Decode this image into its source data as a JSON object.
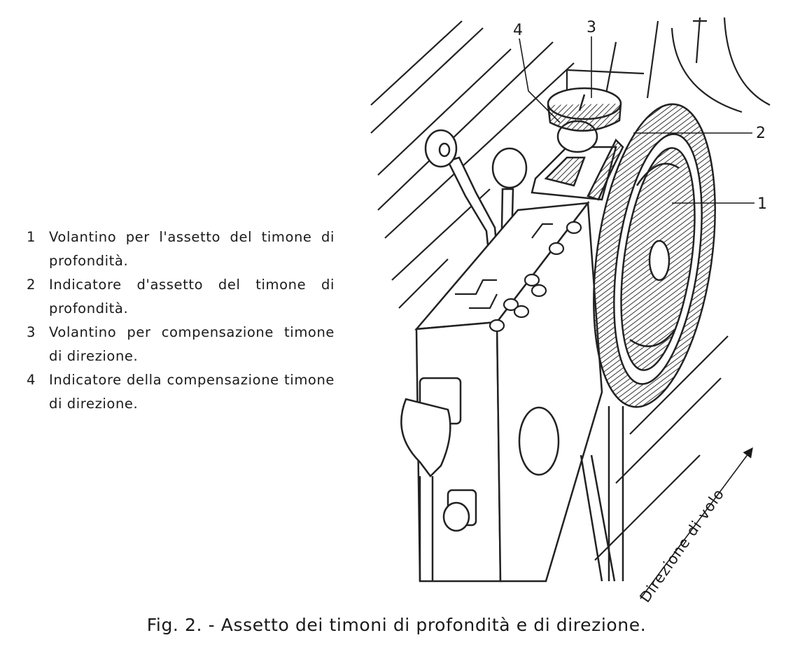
{
  "legend": [
    {
      "num": "1",
      "text": "Volantino per l'assetto del timone di profondità."
    },
    {
      "num": "2",
      "text": "Indicatore d'assetto del timone di profondità."
    },
    {
      "num": "3",
      "text": "Volantino per compensazione timone di direzione."
    },
    {
      "num": "4",
      "text": "Indicatore della compensazione timone di direzione."
    }
  ],
  "callouts": {
    "one": "1",
    "two": "2",
    "three": "3",
    "four": "4"
  },
  "flow_label": "Direzione di volo",
  "caption": "Fig. 2. - Assetto dei timoni di profondità e di direzione."
}
